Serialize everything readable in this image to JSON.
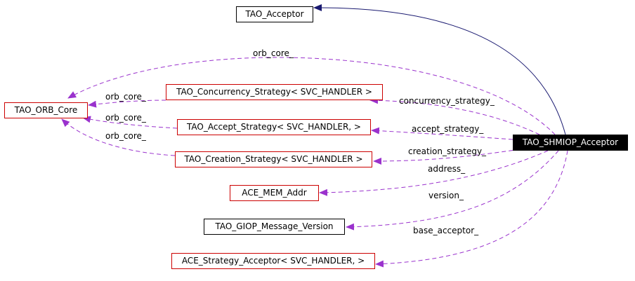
{
  "nodes": {
    "tao_acceptor": "TAO_Acceptor",
    "tao_orb_core": "TAO_ORB_Core",
    "concurrency_strategy": "TAO_Concurrency_Strategy< SVC_HANDLER >",
    "accept_strategy": "TAO_Accept_Strategy< SVC_HANDLER, >",
    "creation_strategy": "TAO_Creation_Strategy< SVC_HANDLER >",
    "ace_mem_addr": "ACE_MEM_Addr",
    "giop_message_version": "TAO_GIOP_Message_Version",
    "ace_strategy_acceptor": "ACE_Strategy_Acceptor< SVC_HANDLER, >",
    "shmiop_acceptor": "TAO_SHMIOP_Acceptor"
  },
  "edge_labels": {
    "orb_core_top": "orb_core_",
    "orb_core_concurrency": "orb_core_",
    "orb_core_accept": "orb_core_",
    "orb_core_creation": "orb_core_",
    "concurrency_strategy": "concurrency_strategy_",
    "accept_strategy": "accept_strategy_",
    "creation_strategy": "creation_strategy_",
    "address": "address_",
    "version": "version_",
    "base_acceptor": "base_acceptor_"
  },
  "colors": {
    "inheritance_edge": "#191970",
    "usage_edge": "#9a32cd",
    "node_border": "#cc0000",
    "selected_fill": "#000000"
  }
}
